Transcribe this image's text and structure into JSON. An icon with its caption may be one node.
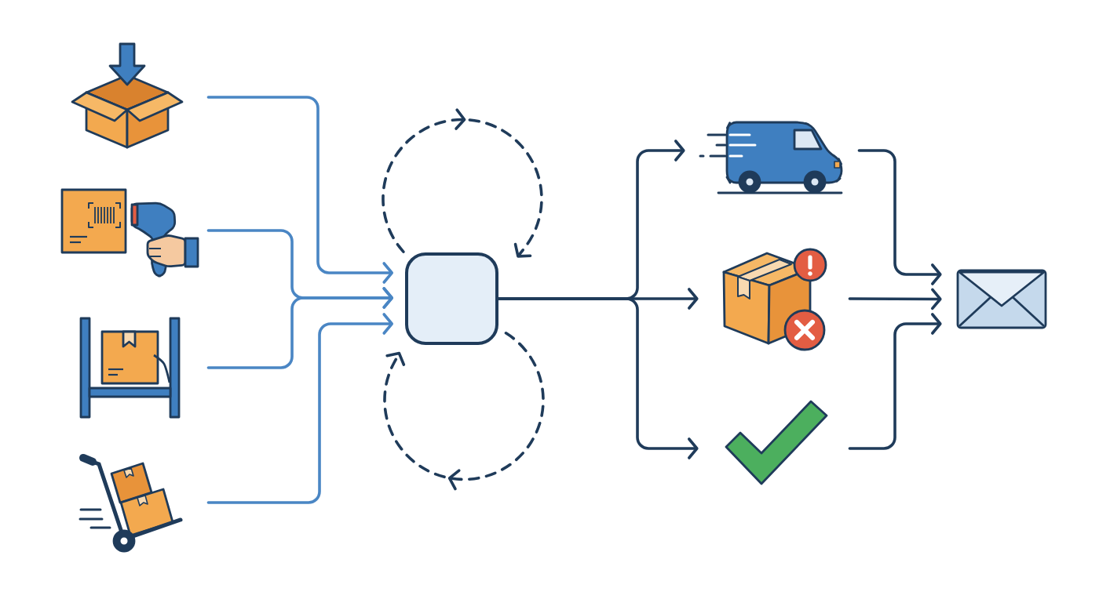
{
  "diagram": {
    "nodes": [
      {
        "text": [],
        "shape": "picture"
      },
      {
        "text": [],
        "shape": "picture"
      },
      {
        "text": [],
        "shape": "picture"
      },
      {
        "text": [],
        "shape": "picture"
      },
      {
        "text": [],
        "shape": "box"
      },
      {
        "text": [],
        "shape": "picture"
      },
      {
        "text": [],
        "shape": "picture"
      },
      {
        "text": [],
        "shape": "picture"
      },
      {
        "text": [],
        "shape": "picture"
      }
    ],
    "edges": [
      {
        "from": 0,
        "to": 4,
        "arrow": "to",
        "color": "#4a86c4"
      },
      {
        "from": 1,
        "to": 4,
        "arrow": "to",
        "color": "#4a86c4"
      },
      {
        "from": 2,
        "to": 4,
        "arrow": "to",
        "color": "#4a86c4"
      },
      {
        "from": 3,
        "to": 4,
        "arrow": "to",
        "color": "#4a86c4"
      },
      {
        "from": 4,
        "to": 4,
        "arrow": "to",
        "style": "dashed"
      },
      {
        "from": 4,
        "to": 4,
        "arrow": "to",
        "style": "dashed"
      },
      {
        "from": 4,
        "to": 5,
        "arrow": "to"
      },
      {
        "from": 4,
        "to": 6,
        "arrow": "to"
      },
      {
        "from": 4,
        "to": 7,
        "arrow": "to"
      },
      {
        "from": 5,
        "to": 8,
        "arrow": "to"
      },
      {
        "from": 6,
        "to": 8,
        "arrow": "to"
      },
      {
        "from": 7,
        "to": 8,
        "arrow": "to"
      }
    ]
  }
}
